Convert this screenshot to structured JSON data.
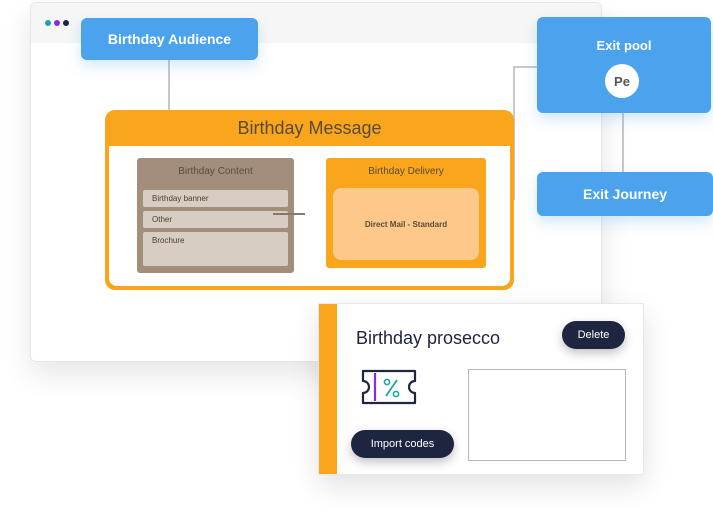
{
  "nodes": {
    "audience": {
      "label": "Birthday Audience"
    },
    "message": {
      "title": "Birthday Message"
    },
    "content": {
      "title": "Birthday Content",
      "items": [
        "Birthday banner",
        "Other",
        "Brochure"
      ]
    },
    "delivery": {
      "title": "Birthday Delivery",
      "method": "Direct Mail - Standard"
    },
    "exit_pool": {
      "label": "Exit pool",
      "avatar": "Pe"
    },
    "exit_journey": {
      "label": "Exit Journey"
    }
  },
  "voucher_card": {
    "title": "Birthday prosecco",
    "delete_label": "Delete",
    "import_label": "Import codes",
    "icon": "voucher-percent-icon"
  },
  "colors": {
    "blue": "#4aa3ec",
    "orange": "#f9a61d",
    "brown": "#a38e7a",
    "navy": "#1e2540",
    "purple": "#8a2be2",
    "teal": "#1aa6a0"
  }
}
